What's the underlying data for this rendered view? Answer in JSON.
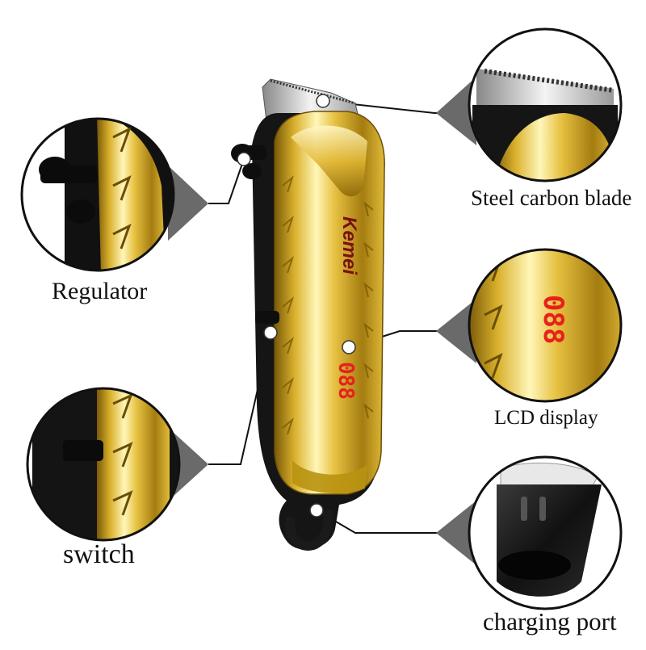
{
  "brand": "Kemei",
  "display_readout": "088",
  "callouts": {
    "regulator": "Regulator",
    "switch": "switch",
    "blade": "Steel carbon blade",
    "lcd": "LCD display",
    "charging": "charging port"
  },
  "colors": {
    "gold": "#d4a81e",
    "black": "#141414",
    "led": "#e8201c",
    "leader_line": "#111111"
  }
}
